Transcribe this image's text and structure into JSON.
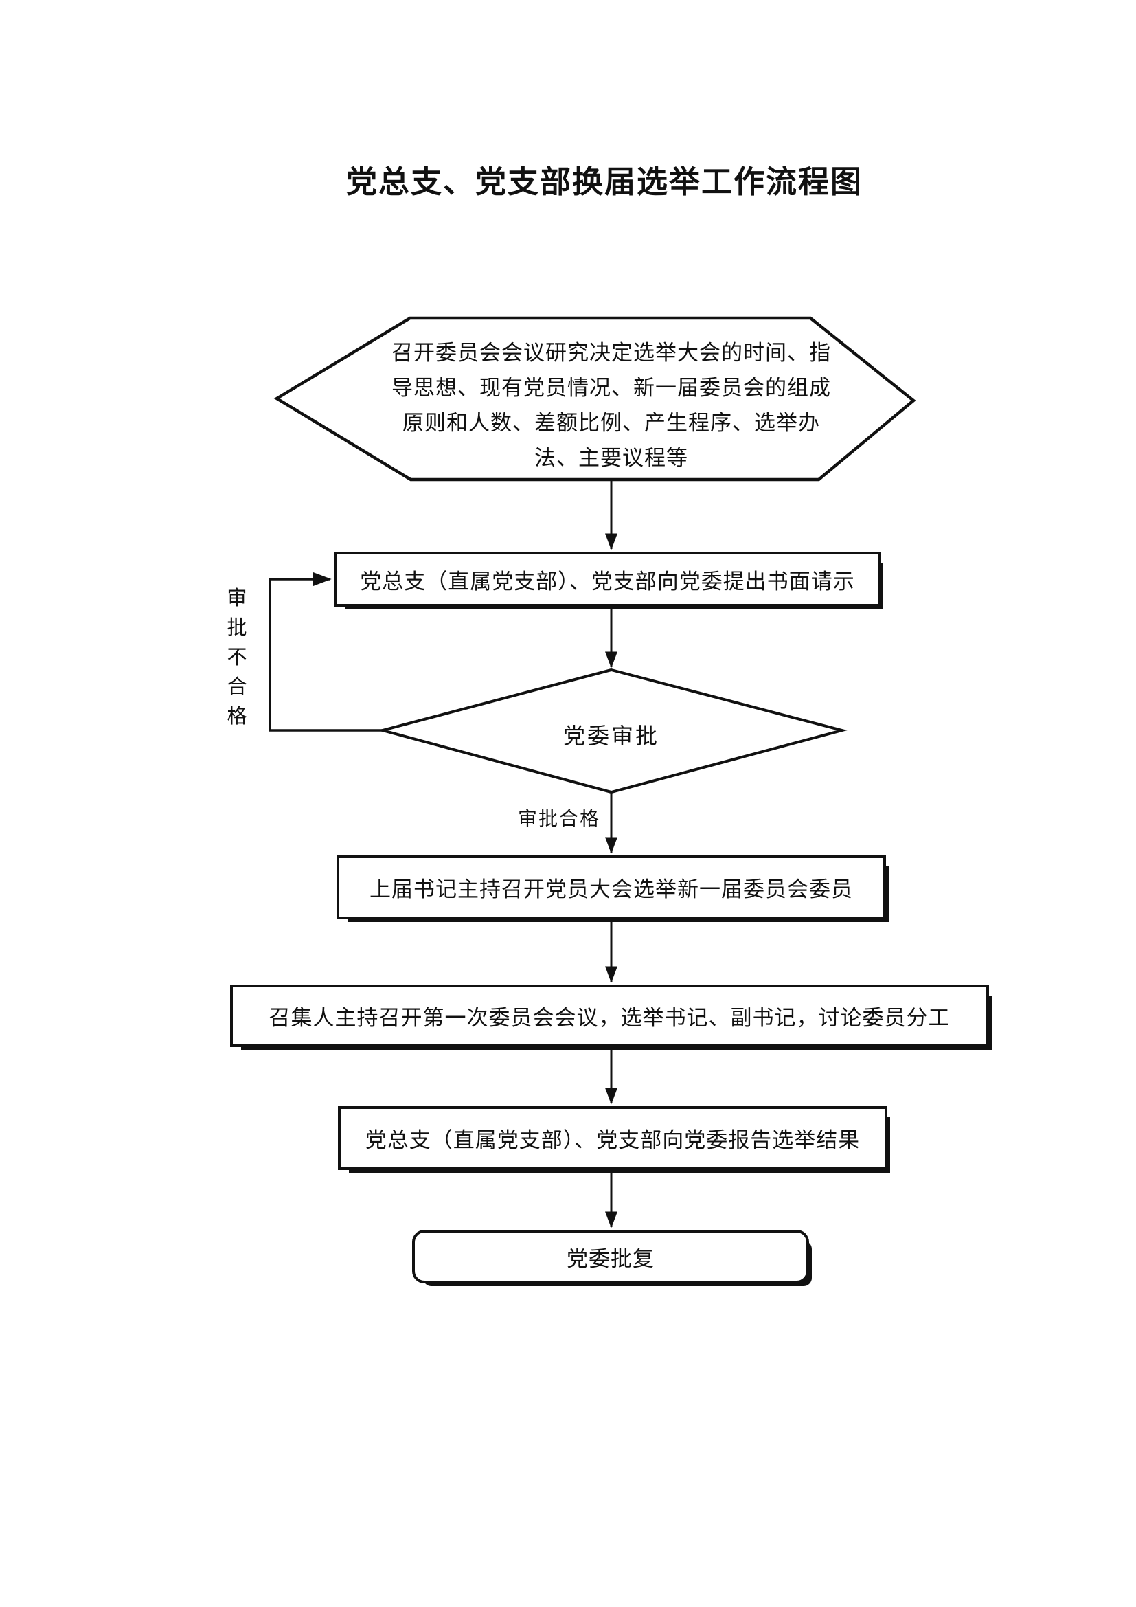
{
  "title": "党总支、党支部换届选举工作流程图",
  "flow": {
    "hexagon": {
      "lines": [
        "召开委员会会议研究决定选举大会的时间、指",
        "导思想、现有党员情况、新一届委员会的组成",
        "原则和人数、差额比例、产生程序、选举办",
        "法、主要议程等"
      ]
    },
    "request_box": "党总支（直属党支部）、党支部向党委提出书面请示",
    "decision": "党委审批",
    "label_fail": "审批不合格",
    "label_pass": "审批合格",
    "congress_box": "上届书记主持召开党员大会选举新一届委员会委员",
    "first_meeting_box": "召集人主持召开第一次委员会会议，选举书记、副书记，讨论委员分工",
    "report_box": "党总支（直属党支部）、党支部向党委报告选举结果",
    "approval_box": "党委批复"
  },
  "colors": {
    "line": "#111111",
    "text": "#111111",
    "background": "#ffffff"
  }
}
